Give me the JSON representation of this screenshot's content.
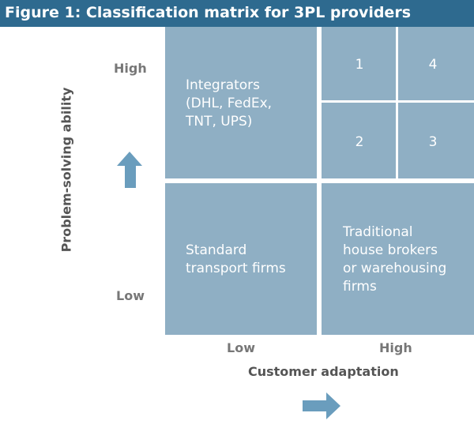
{
  "figure": {
    "title": "Figure 1: Classification matrix for 3PL providers"
  },
  "y_axis": {
    "title": "Problem-solving ability",
    "high_label": "High",
    "low_label": "Low"
  },
  "x_axis": {
    "title": "Customer adaptation",
    "low_label": "Low",
    "high_label": "High"
  },
  "quadrants": {
    "top_left": [
      "Integrators",
      "(DHL, FedEx,",
      "TNT, UPS)"
    ],
    "bottom_left": [
      "Standard",
      "transport firms"
    ],
    "bottom_right": [
      "Traditional",
      "house brokers",
      "or warehousing",
      "firms"
    ],
    "top_right_numbers": [
      "1",
      "4",
      "2",
      "3"
    ]
  },
  "colors": {
    "header": "#2e6a8f",
    "cell": "#8fafc4",
    "arrow": "#6a9dbd"
  }
}
